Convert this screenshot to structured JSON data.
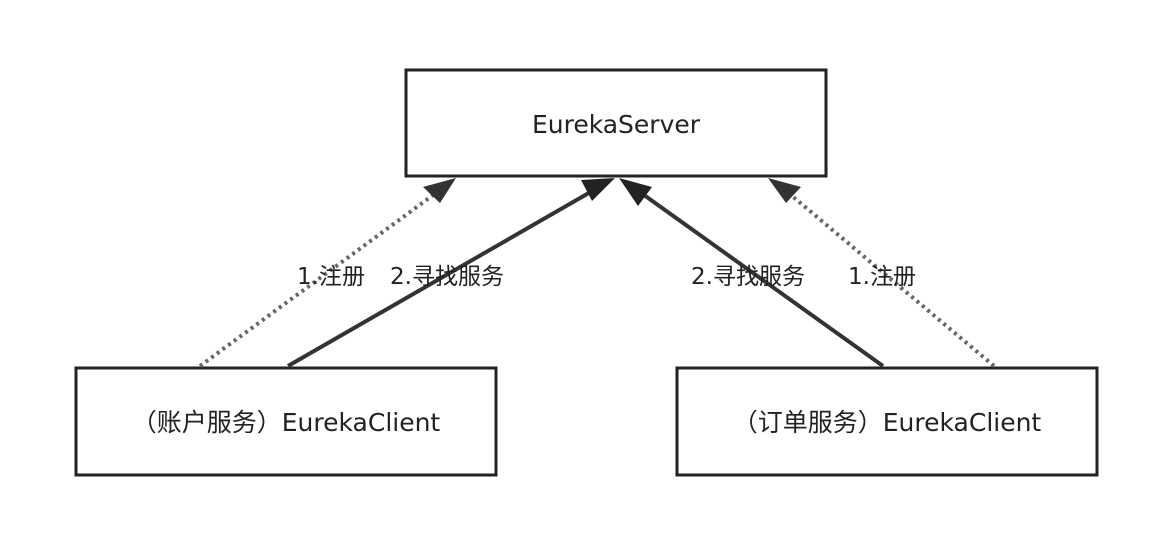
{
  "nodes": {
    "server": {
      "label": "EurekaServer"
    },
    "client_left": {
      "label": "（账户服务）EurekaClient"
    },
    "client_right": {
      "label": "（订单服务）EurekaClient"
    }
  },
  "edges": {
    "left_register": {
      "label": "1.注册",
      "style": "dotted"
    },
    "left_discover": {
      "label": "2.寻找服务",
      "style": "solid"
    },
    "right_discover": {
      "label": "2.寻找服务",
      "style": "solid"
    },
    "right_register": {
      "label": "1.注册",
      "style": "dotted"
    }
  }
}
